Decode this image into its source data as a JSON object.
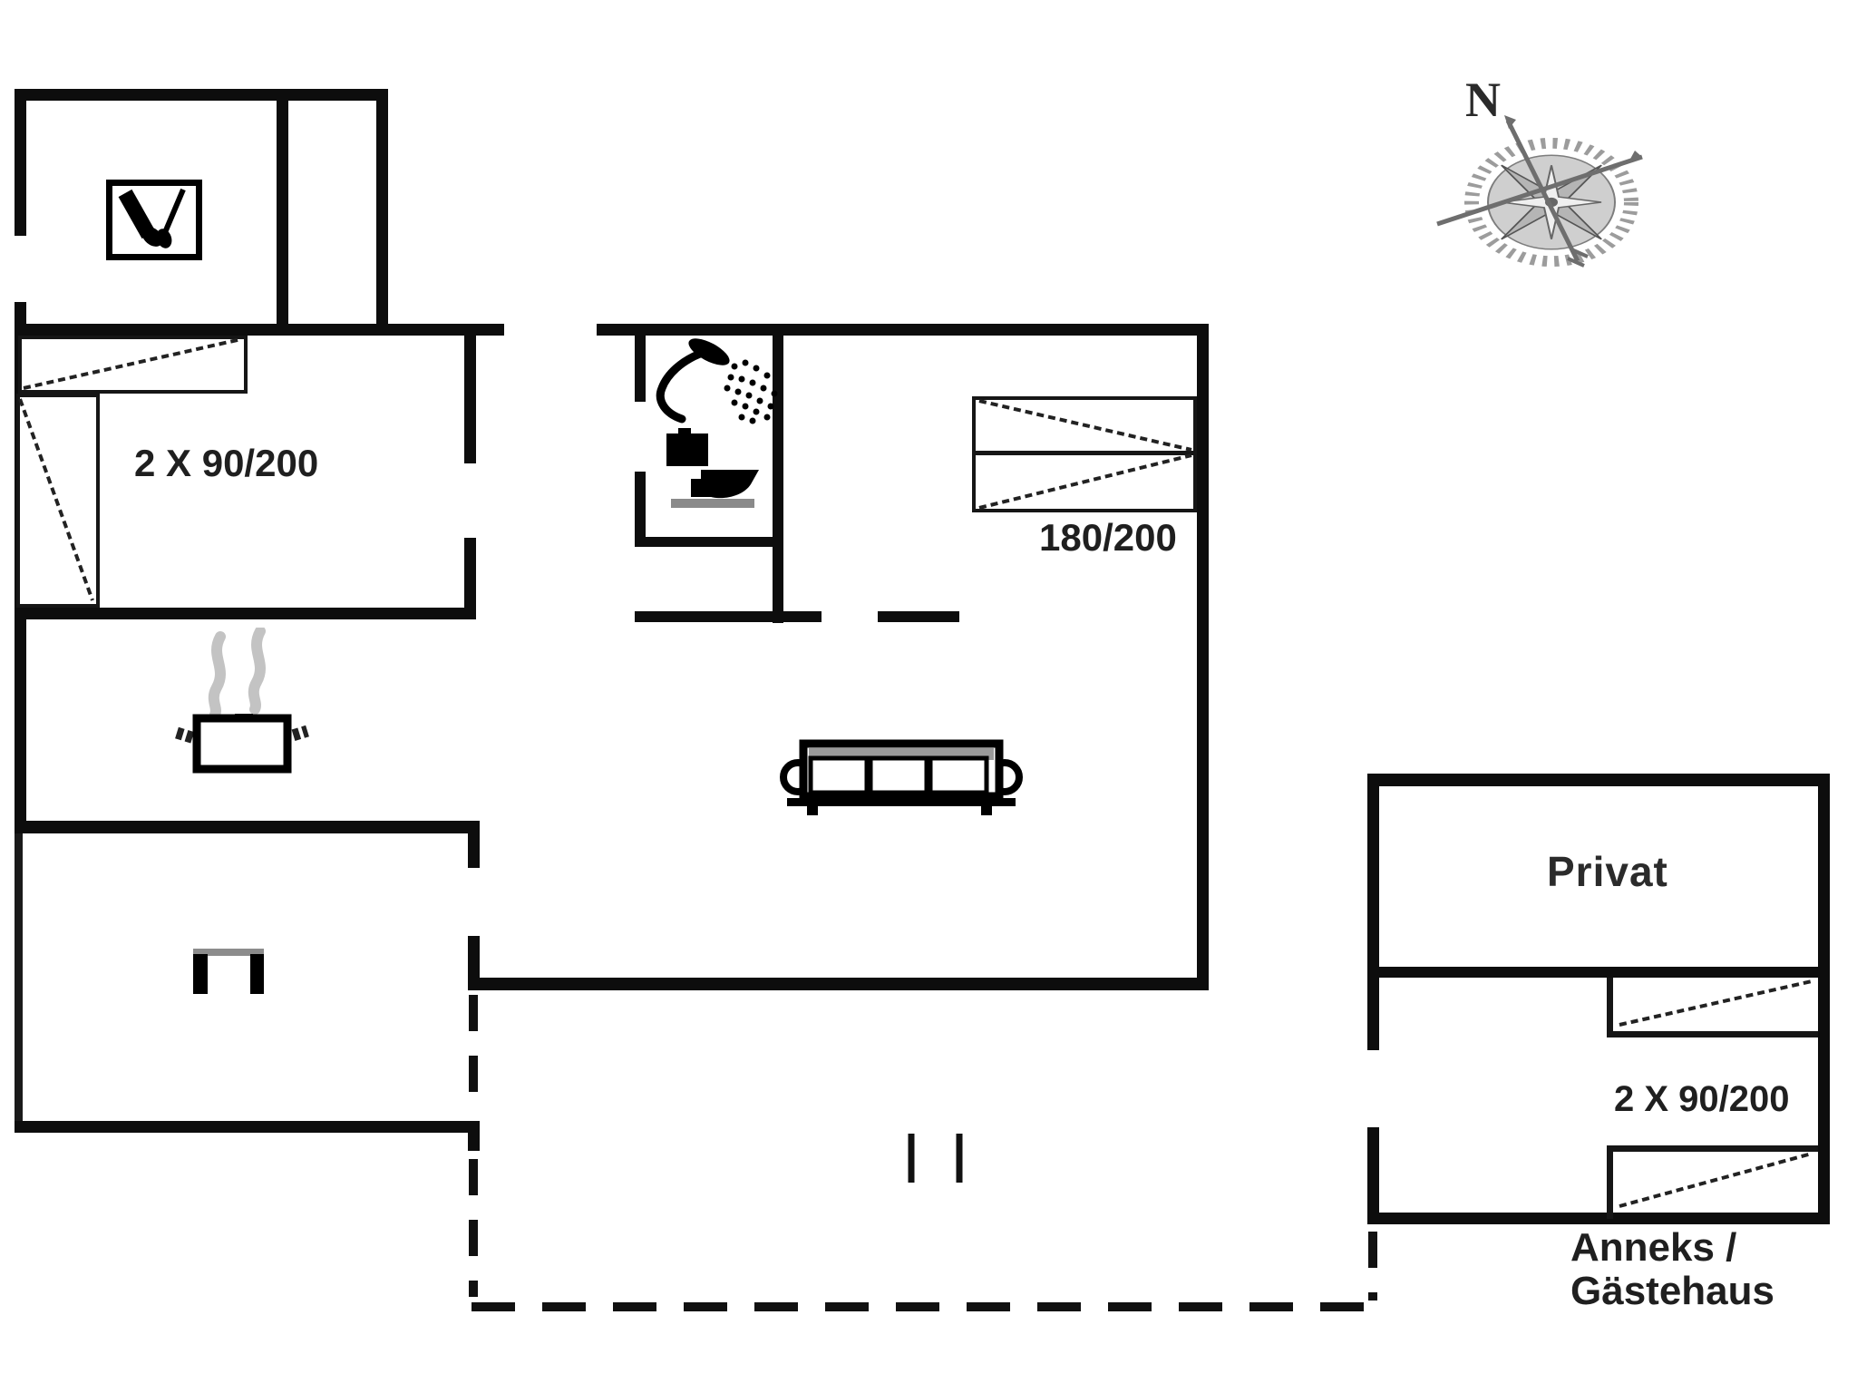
{
  "diagram": {
    "type": "floor-plan",
    "compass": {
      "label": "N",
      "icon": "compass-rose-icon"
    },
    "main_house": {
      "storage_room": {
        "icon": "tools-icon"
      },
      "bedroom1": {
        "bed_label": "2 X 90/200"
      },
      "bathroom": {
        "icons": [
          "shower-icon",
          "toilet-icon"
        ]
      },
      "bedroom2": {
        "bed_label": "180/200"
      },
      "kitchen": {
        "icon": "cooking-pot-icon"
      },
      "living_room": {
        "icon": "sofa-icon"
      },
      "utility_room": {
        "icon": "fireplace-icon"
      }
    },
    "annex": {
      "room_label": "Privat",
      "bed_label": "2 X 90/200",
      "caption_line1": "Anneks /",
      "caption_line2": "Gästehaus"
    },
    "colors": {
      "background": "#ffffff",
      "wall": "#0d0d0d",
      "text": "#1f1f1f",
      "steam": "#b8b8b8",
      "compass_gray": "#8f8f8f"
    }
  }
}
